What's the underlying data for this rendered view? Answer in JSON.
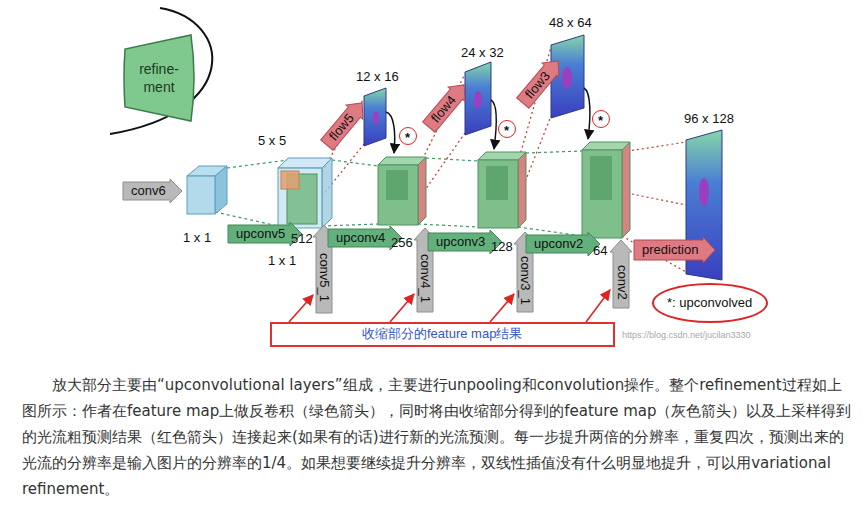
{
  "diagram": {
    "nodes": [
      {
        "text": [
          "refine- ment"
        ]
      },
      {
        "text": [
          "flow5"
        ]
      },
      {
        "text": [
          "*"
        ]
      },
      {
        "text": [
          "flow4"
        ]
      },
      {
        "text": [
          "*"
        ]
      },
      {
        "text": [
          "flow3"
        ]
      },
      {
        "text": [
          "*"
        ]
      },
      {
        "text": [
          "conv6"
        ]
      },
      {
        "text": [
          "upconv5"
        ]
      },
      {
        "text": [
          "conv5_1"
        ]
      },
      {
        "text": [
          "upconv4"
        ]
      },
      {
        "text": [
          "conv4_1"
        ]
      },
      {
        "text": [
          "upconv3"
        ]
      },
      {
        "text": [
          "conv3_1"
        ]
      },
      {
        "text": [
          "upconv2"
        ]
      },
      {
        "text": [
          "conv2"
        ]
      },
      {
        "text": [
          "prediction"
        ]
      },
      {
        "text": [
          "*: upconvolved"
        ]
      },
      {
        "text": [
          "收缩部分的feature map结果"
        ]
      }
    ],
    "edges": [
      {
        "from": 18,
        "to": 9,
        "arrow": "to"
      },
      {
        "from": 18,
        "to": 11,
        "arrow": "to"
      },
      {
        "from": 18,
        "to": 13,
        "arrow": "to"
      },
      {
        "from": 18,
        "to": 15,
        "arrow": "to"
      }
    ],
    "labels": [
      "1 x 1",
      "5 x 5",
      "512",
      "1 x 1",
      "12 x 16",
      "256",
      "24 x 32",
      "128",
      "48 x 64",
      "64",
      "96 x 128",
      "https://blog.csdn.net/jucilan3330",
      "放大部分主要由“upconvolutional layers”组成，主要进行unpooling和convolution操作。整个refinement过程如上图所示：作者在feature map上做反卷积（绿色箭头），同时将由收缩部分得到的feature map（灰色箭头）以及上采样得到的光流粗预测结果（红色箭头）连接起来(如果有的话)进行新的光流预测。每一步提升两倍的分辨率，重复四次，预测出来的光流的分辨率是输入图片的分辨率的1/4。如果想要继续提升分辨率，双线性插值没有什么明显地提升，可以用variational refinement。"
    ]
  }
}
